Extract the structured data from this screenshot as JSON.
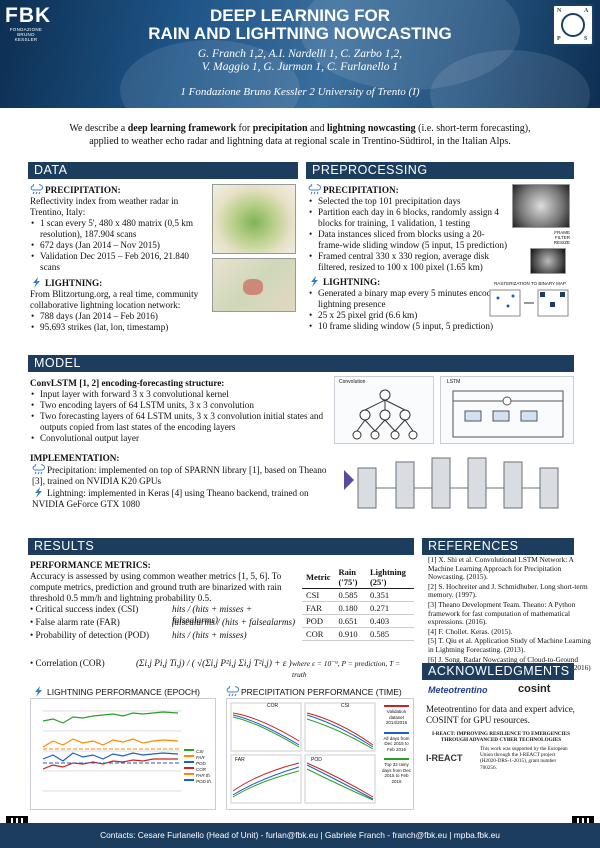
{
  "header": {
    "logo_text": "FBK",
    "logo_sub1": "FONDAZIONE",
    "logo_sub2": "BRUNO KESSLER",
    "title_line1": "DEEP LEARNING FOR",
    "title_line2": "RAIN AND LIGHTNING NOWCASTING",
    "authors_line1": "G. Franch 1,2, A.I. Nardelli 1, C. Zarbo 1,2,",
    "authors_line2": "V. Maggio 1, G. Jurman 1, C. Furlanello 1",
    "affiliations": "1 Fondazione Bruno Kessler  2 University of Trento (I)",
    "unitn_letters": [
      "N",
      "A",
      "P",
      "S"
    ]
  },
  "intro": {
    "p1": "We describe a ",
    "b1": "deep learning framework",
    "p2": " for ",
    "b2": "precipitation",
    "p3": " and ",
    "b3": "lightning nowcasting",
    "p4": " (i.e. short-term forecasting),",
    "line2": "applied to weather echo radar and lightning data at regional scale in Trentino-Südtirol, in the Italian Alps."
  },
  "data": {
    "title": "DATA",
    "precip_head": "PRECIPITATION",
    "precip_text": "Reflectivity index from weather radar in Trentino, Italy:",
    "precip_items": [
      "1 scan every 5', 480 x 480 matrix (0,5 km resolution), 187.904 scans",
      "672 days (Jan 2014 – Nov 2015)",
      "Validation Dec 2015 – Feb 2016, 21.840 scans"
    ],
    "light_head": "LIGHTNING",
    "light_text": "From Blitzortung.org, a real time, community collaborative lightning location network:",
    "light_items": [
      "788 days (Jan 2014 – Feb 2016)",
      "95.693 strikes (lat, lon, timestamp)"
    ]
  },
  "preprocessing": {
    "title": "PREPROCESSING",
    "precip_head": "PRECIPITATION",
    "precip_items": [
      "Selected the top 101 precipitation days",
      "Partition each day in 6 blocks, randomly assign 4 blocks for training, 1 validation, 1 testing",
      "Data instances sliced from blocks using a 20-frame-wide sliding window (5 input, 15 prediction)",
      "Framed central 330 x 330 region, average disk filtered, resized to 100 x 100 pixel (1.65 km)"
    ],
    "light_head": "LIGHTNING",
    "light_items": [
      "Generated a binary map every 5 minutes encoding lightning presence",
      "25 x 25 pixel grid (6.6 km)",
      "10 frame sliding window (5 input, 5 prediction)"
    ],
    "fig_label1": "FRAME",
    "fig_label2": "FILTER",
    "fig_label3": "RESIZE",
    "fig_label4": "RASTERIZATION TO BINARY MAP"
  },
  "model": {
    "title": "MODEL",
    "head": "ConvLSTM [1, 2] encoding-forecasting structure:",
    "items": [
      "Input layer with forward 3 x 3 convolutional kernel",
      "Two encoding layers of 64 LSTM units, 3 x 3 convolution",
      "Two forecasting layers of 64 LSTM units, 3 x 3 convolution initial states and outputs copied from last states of the encoding layers",
      "Convolutional output layer"
    ],
    "impl_head": "IMPLEMENTATION:",
    "impl_precip": "Precipitation: implemented on top of SPARNN library [1], based on Theano [3], trained on NVIDIA K20 GPUs",
    "impl_light": "Lightning: implemented in Keras [4] using Theano backend, trained on NVIDIA GeForce GTX 1080",
    "fig_conv": "Convolution",
    "fig_lstm": "LSTM"
  },
  "results": {
    "title": "RESULTS",
    "head": "PERFORMANCE METRICS:",
    "text": "Accuracy is assessed by using common weather metrics [1, 5, 6]. To compute metrics, prediction and ground truth are binarized with rain threshold 0.5 mm/h and lightning probability 0.5.",
    "metrics": [
      {
        "label": "Critical success index (CSI)",
        "formula": "hits / (hits + misses + falsealarms)"
      },
      {
        "label": "False alarm rate (FAR)",
        "formula": "falsealarms / (hits + falsealarms)"
      },
      {
        "label": "Probability of detection (POD)",
        "formula": "hits / (hits + misses)"
      }
    ],
    "cor_label": "Correlation (COR)",
    "cor_formula": "(Σi,j Pi,j Ti,j) / ( √(Σi,j P²i,j Σi,j T²i,j) + ε )",
    "cor_note": "where ε = 10⁻⁹, P = prediction, T = truth",
    "table": {
      "headers": [
        "Metric",
        "Rain ('75')",
        "Lightning (25')"
      ],
      "rows": [
        [
          "CSI",
          "0.585",
          "0.351"
        ],
        [
          "FAR",
          "0.180",
          "0.271"
        ],
        [
          "POD",
          "0.651",
          "0.403"
        ],
        [
          "COR",
          "0.910",
          "0.585"
        ]
      ]
    },
    "chart1_title": "LIGHTNING PERFORMANCE (EPOCH)",
    "chart2_title": "PRECIPITATION PERFORMANCE (TIME)",
    "chart1_legend": [
      "CSI",
      "FAR",
      "POD",
      "COR",
      "FAR th.",
      "POD th."
    ],
    "chart2_panels": [
      "COR",
      "CSI",
      "FAR",
      "POD"
    ],
    "chart2_legend": [
      "Validation dataset 2014/2015",
      "All days from Dec 2015 to Feb 2016",
      "Top 32 rainy days from Dec 2015 to Feb 2016"
    ]
  },
  "references": {
    "title": "REFERENCES",
    "items": [
      "[1] X. Shi et al. Convolutional LSTM Network: A Machine Learning Approach for Precipitation Nowcasting. (2015).",
      "[2] S. Hochreiter and J. Schmidhuber. Long short-term memory. (1997).",
      "[3] Theano Development Team. Theano: A Python framework for fast computation of mathematical expressions. (2016).",
      "[4] F. Chollet. Keras. (2015).",
      "[5] T. Qiu et al. Application Study of Machine Learning in Lightning Forecasting. (2013).",
      "[6] J. Song. Radar Nowcasting of Cloud-to-Ground (CG) Lightning: A Machine Learning Approach. (2016)"
    ]
  },
  "ack": {
    "title": "ACKNOWLEDGMENTS",
    "meteo_logo": "Meteotrentino",
    "cosint_logo": "cosint",
    "text": "Meteotrentino for data and expert advice, COSINT for GPU resources.",
    "ireact_head": "I-REACT: IMPROVING RESILIENCE TO EMERGENCIES THROUGH ADVANCED CYBER TECHNOLOGIES",
    "ireact_logo": "I-REACT",
    "ireact_text": "This work was supported by the European Union through the I-REACT project (H2020-DRS-1-2015), grant number 700256."
  },
  "footer": {
    "text": "Contacts: Cesare Furlanello (Head of Unit) - furlan@fbk.eu  |  Gabriele Franch - franch@fbk.eu  |  mpba.fbk.eu"
  }
}
